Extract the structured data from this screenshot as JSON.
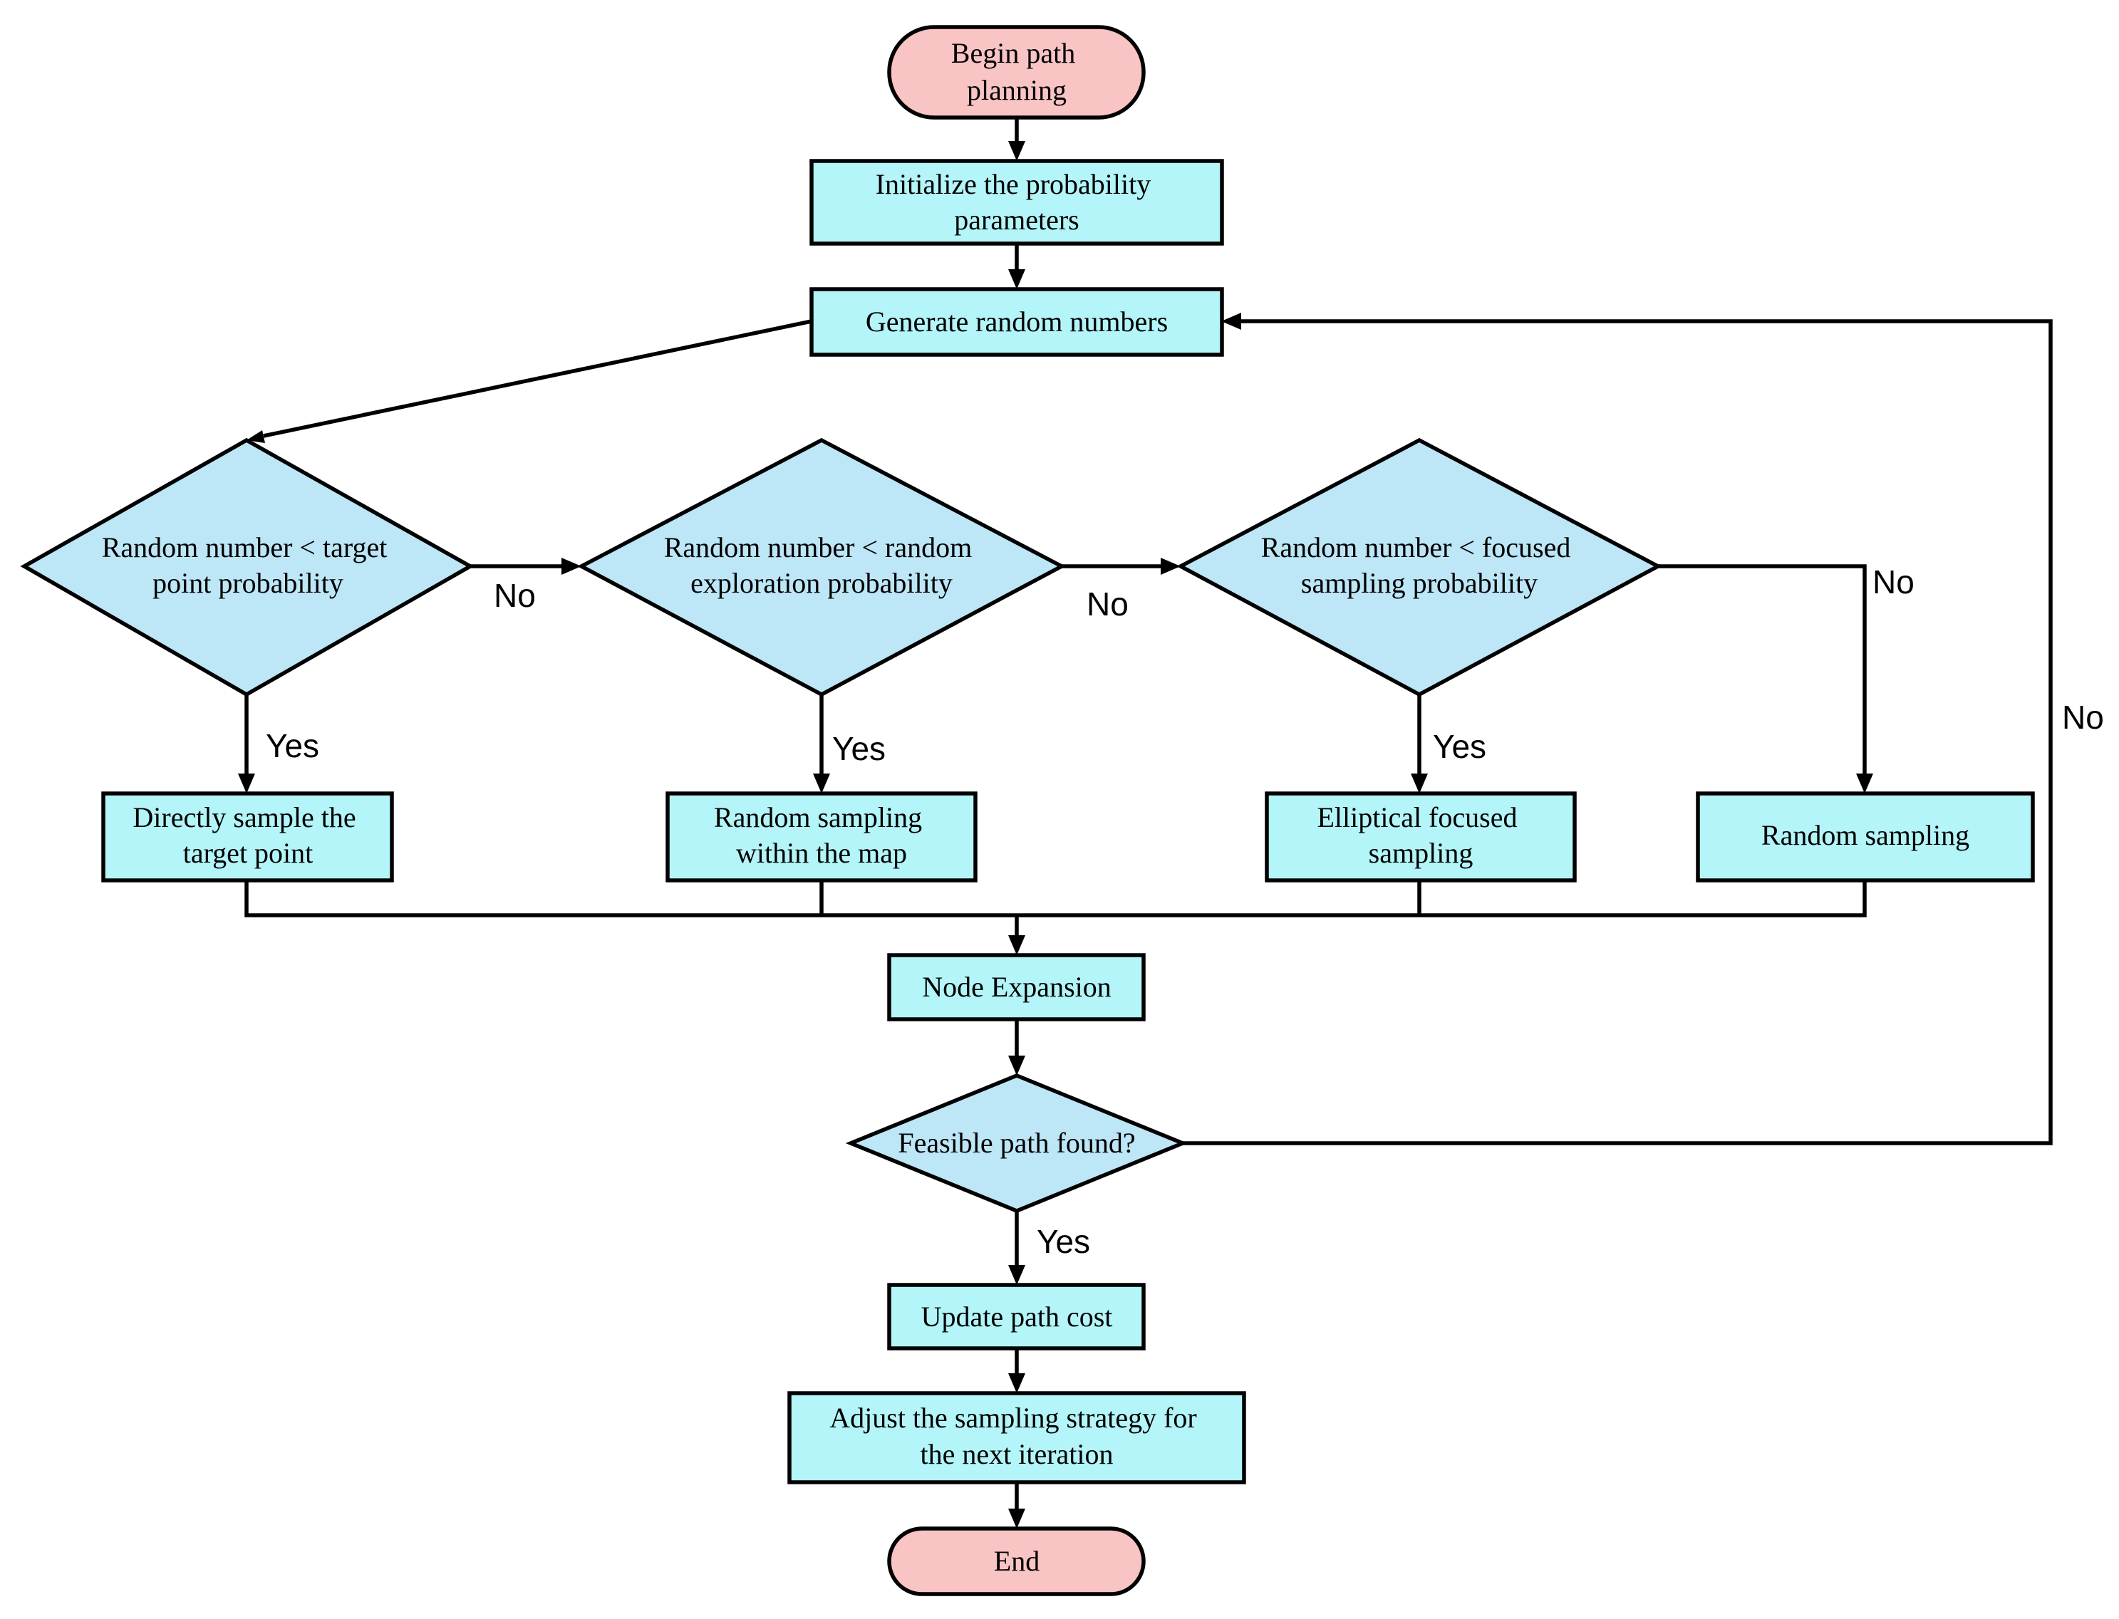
{
  "nodes": {
    "begin": [
      "Begin path",
      "planning"
    ],
    "init": [
      "Initialize the probability",
      "parameters"
    ],
    "generate": [
      "Generate random numbers"
    ],
    "decision_target": [
      "Random number < target",
      "point probability"
    ],
    "decision_explore": [
      "Random number < random",
      "exploration probability"
    ],
    "decision_focused": [
      "Random number < focused",
      "sampling probability"
    ],
    "sample_target": [
      "Directly sample the",
      "target point"
    ],
    "random_map": [
      "Random sampling",
      "within the map"
    ],
    "elliptical": [
      "Elliptical focused",
      "sampling"
    ],
    "random_sampling": [
      "Random sampling"
    ],
    "node_expansion": [
      "Node Expansion"
    ],
    "feasible": [
      "Feasible path found?"
    ],
    "update_cost": [
      "Update path cost"
    ],
    "adjust": [
      "Adjust the sampling strategy for",
      "the next iteration"
    ],
    "end": [
      "End"
    ]
  },
  "edge_labels": {
    "no_target": "No",
    "no_explore": "No",
    "no_focused": "No",
    "no_feasible": "No",
    "yes_target": "Yes",
    "yes_explore": "Yes",
    "yes_focused": "Yes",
    "yes_feasible": "Yes"
  },
  "colors": {
    "process": "#b3f5f8",
    "decision": "#bde6f7",
    "terminal": "#f9c4c4",
    "line": "#000000"
  }
}
